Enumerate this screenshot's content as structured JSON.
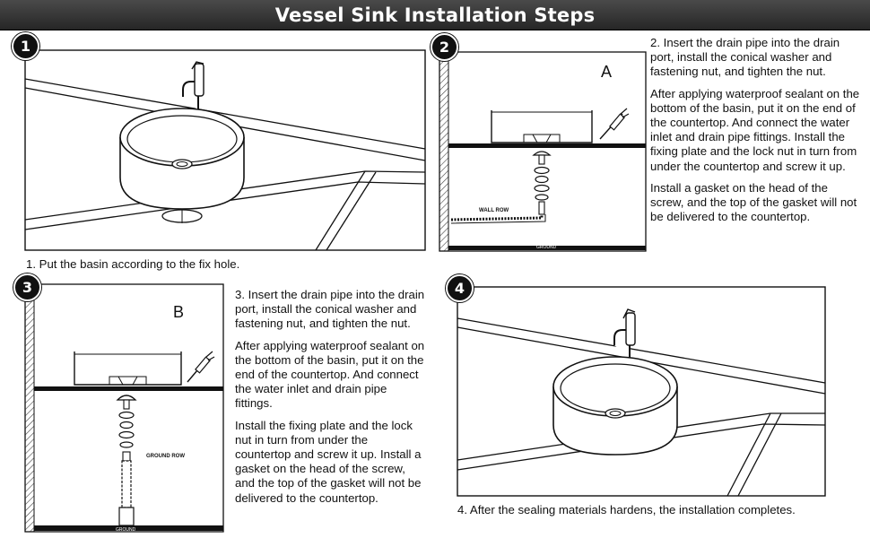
{
  "title": "Vessel Sink Installation Steps",
  "steps": [
    {
      "number": "1",
      "caption": "1. Put the basin according to the fix hole."
    },
    {
      "number": "2",
      "marker": "A",
      "wall_label": "WALL ROW",
      "ground_label": "GROUND",
      "paragraphs": [
        "2. Insert the drain pipe into the drain port, install the conical washer and fastening nut, and tighten the nut.",
        "After applying waterproof sealant on the bottom of the basin, put it on the end of the countertop. And connect the water inlet and drain pipe fittings. Install the fixing plate and the lock nut in turn from under the countertop and screw it up.",
        "Install a gasket on the head of the screw, and the top of the gasket will not be delivered to the countertop."
      ]
    },
    {
      "number": "3",
      "marker": "B",
      "wall_label": "GROUND ROW",
      "ground_label": "GROUND",
      "paragraphs": [
        "3. Insert the drain pipe into the drain port, install the conical washer and fastening nut, and tighten the nut.",
        "After applying waterproof sealant on the bottom of the basin, put it on the end of the countertop. And connect the water inlet and drain pipe fittings.",
        "Install the fixing plate and the lock nut in turn from under the countertop and screw it up. Install a gasket on the head of the screw, and the top of the gasket will not be delivered to the countertop."
      ]
    },
    {
      "number": "4",
      "caption": "4. After the sealing materials hardens, the installation completes."
    }
  ],
  "colors": {
    "banner": "#333333",
    "line": "#111111",
    "wall_hatch": "#444444"
  }
}
